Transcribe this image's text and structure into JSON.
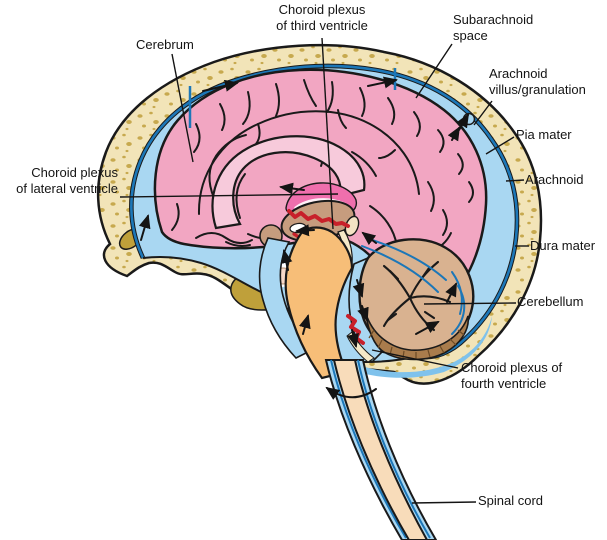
{
  "figure": {
    "type": "anatomical-diagram",
    "subject": "Cerebrospinal fluid circulation, midsagittal section of the human head",
    "labels": [
      {
        "id": "choroid-plexus-third-ventricle",
        "text": "Choroid plexus\nof third ventricle"
      },
      {
        "id": "cerebrum",
        "text": "Cerebrum"
      },
      {
        "id": "subarachnoid-space",
        "text": "Subarachnoid\nspace"
      },
      {
        "id": "arachnoid-villus-granulation",
        "text": "Arachnoid\nvillus/granulation"
      },
      {
        "id": "pia-mater",
        "text": "Pia mater"
      },
      {
        "id": "arachnoid",
        "text": "Arachnoid"
      },
      {
        "id": "dura-mater",
        "text": "Dura mater"
      },
      {
        "id": "cerebellum",
        "text": "Cerebellum"
      },
      {
        "id": "choroid-plexus-fourth-ventricle",
        "text": "Choroid plexus of\nfourth ventricle"
      },
      {
        "id": "choroid-plexus-lateral-ventricle",
        "text": "Choroid plexus\nof lateral ventricle"
      },
      {
        "id": "spinal-cord",
        "text": "Spinal cord"
      }
    ],
    "colors": {
      "bone": "#F2E4B8",
      "bone_speckle": "#C7A94E",
      "sinus_olive": "#BFA03A",
      "csf": "#A9D7F2",
      "csf_deep": "#7FC2EC",
      "membrane_blue": "#1C77B8",
      "cerebrum_pink": "#F2A6C2",
      "corpus_callosum_pink": "#F7CADB",
      "ventricle_magenta": "#EF6FAD",
      "choroid_plexus_red": "#C8202A",
      "thalamus_tan": "#C69C7E",
      "pineal_cream": "#F3E3C4",
      "tentorium_cream": "#F5E9C8",
      "cerebellum_brown": "#D9B290",
      "cerebellum_folia_brown": "#A97C4C",
      "folia_tick": "#6B4A26",
      "brainstem_orange": "#F7BE78",
      "spinal_cord_peach": "#F8DCBA",
      "pituitary_pink": "#F7D9C8",
      "outline": "#1A1A1A",
      "label_text": "#141414"
    }
  }
}
